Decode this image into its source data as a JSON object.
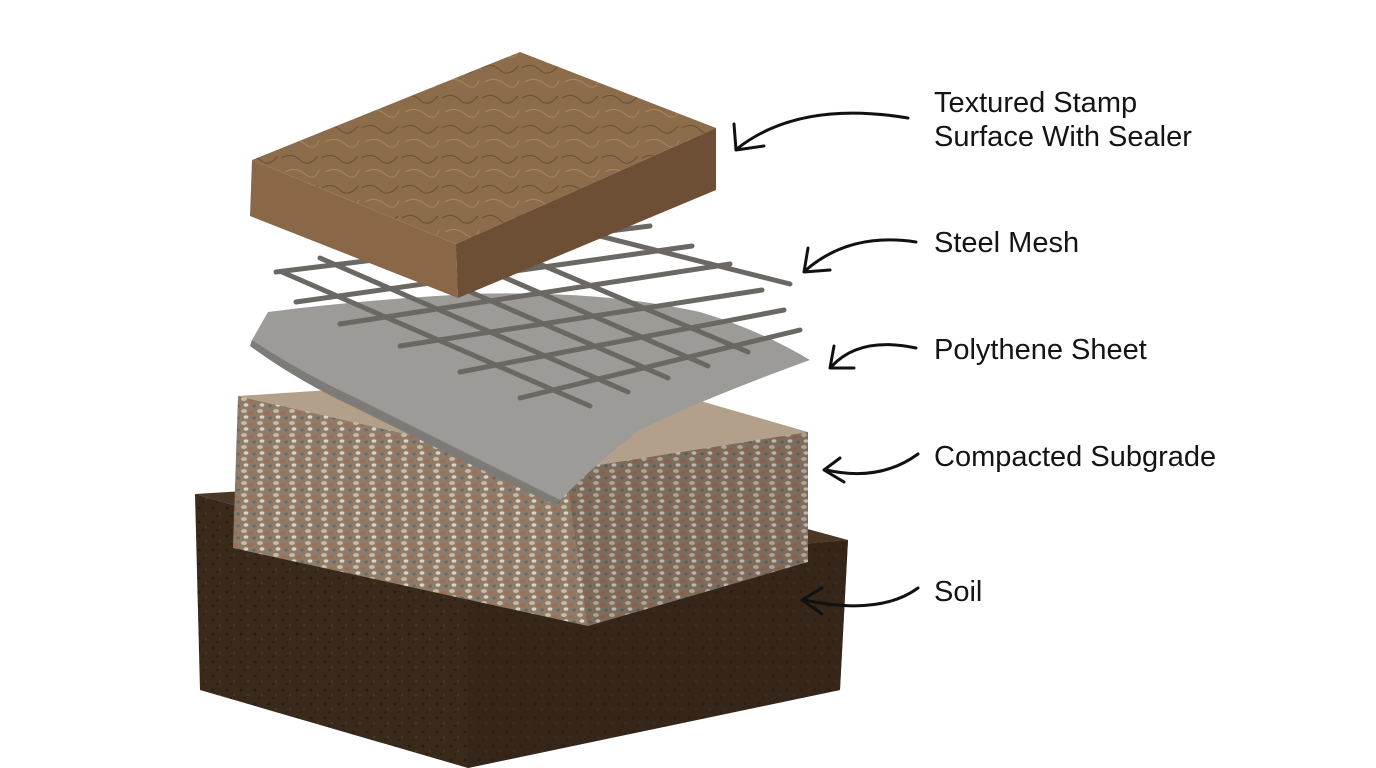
{
  "colors": {
    "soil": "#3a2a1c",
    "gravel": "#9c8a78",
    "polythene": "#9a9a98",
    "steel": "#6e6b66",
    "stamp": "#8a6a4a",
    "arrow": "#111111"
  },
  "layers": [
    {
      "id": "stamp",
      "lines": [
        "Textured Stamp",
        "Surface With Sealer"
      ]
    },
    {
      "id": "mesh",
      "lines": [
        "Steel Mesh"
      ]
    },
    {
      "id": "poly",
      "lines": [
        "Polythene Sheet"
      ]
    },
    {
      "id": "subgrade",
      "lines": [
        "Compacted Subgrade"
      ]
    },
    {
      "id": "soil",
      "lines": [
        "Soil"
      ]
    }
  ]
}
